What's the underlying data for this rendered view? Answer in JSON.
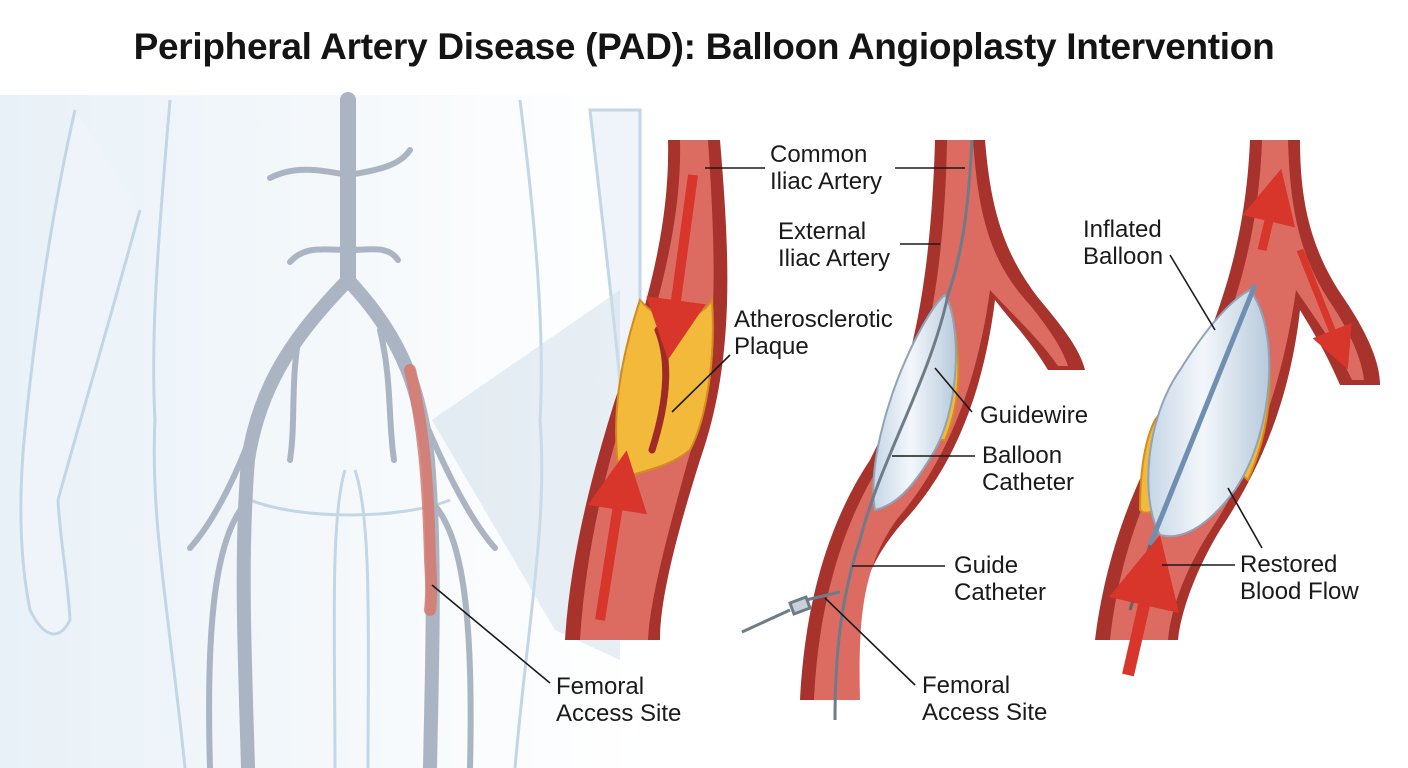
{
  "title": "Peripheral Artery Disease (PAD): Balloon Angioplasty Intervention",
  "overview_labels": {
    "femoral_access_site": [
      "Femoral",
      "Access Site"
    ]
  },
  "plaque_panel_labels": {
    "atherosclerotic_plaque": [
      "Atherosclerotic",
      "Plaque"
    ]
  },
  "catheter_panel_labels": {
    "common_iliac_artery": [
      "Common",
      "Iliac Artery"
    ],
    "external_iliac_artery": [
      "External",
      "Iliac Artery"
    ],
    "guidewire": [
      "Guidewire"
    ],
    "balloon_catheter": [
      "Balloon",
      "Catheter"
    ],
    "guide_catheter": [
      "Guide",
      "Catheter"
    ],
    "femoral_access_site": [
      "Femoral",
      "Access Site"
    ]
  },
  "inflated_panel_labels": {
    "inflated_balloon": [
      "Inflated",
      "Balloon"
    ],
    "restored_blood_flow": [
      "Restored",
      "Blood Flow"
    ]
  },
  "colors": {
    "artery_outer": "#a8322c",
    "artery_fill": "#d9675e",
    "artery_lumen": "#b93b32",
    "plaque": "#f2b93a",
    "flow_arrow": "#d8352b",
    "balloon": "#dfe8f2",
    "body_outline": "#b9cfe0",
    "overview_vessel": "#a9b4c2"
  }
}
